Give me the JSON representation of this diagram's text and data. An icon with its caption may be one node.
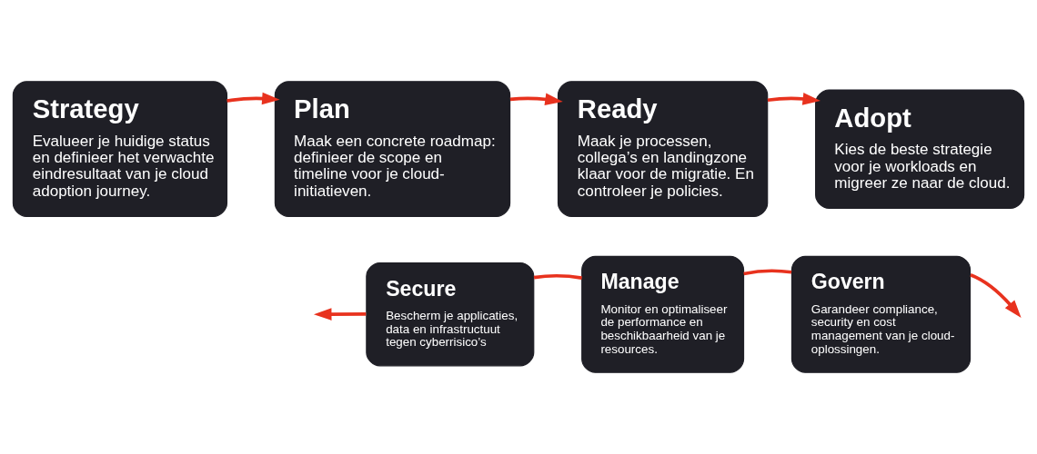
{
  "diagram": {
    "nodes": [
      {
        "text": [
          "Strategy",
          "Evalueer je huidige status en definieer het verwachte eindresultaat van je cloud adoption journey."
        ]
      },
      {
        "text": [
          "Plan",
          "Maak een concrete roadmap: definieer de scope en timeline voor je cloud-initiatieven."
        ]
      },
      {
        "text": [
          "Ready",
          "Maak je processen, collega’s en landingzone klaar voor de migratie. En controleer je policies."
        ]
      },
      {
        "text": [
          "Adopt",
          "Kies de beste strategie voor je workloads en migreer ze naar de cloud."
        ]
      },
      {
        "text": [
          "Secure",
          "Bescherm je applicaties, data en infrastructuut tegen cyberrisico’s"
        ]
      },
      {
        "text": [
          "Manage",
          "Monitor en optimaliseer de performance en beschikbaarheid van je resources."
        ]
      },
      {
        "text": [
          "Govern",
          "Garandeer compliance, security en cost management van je cloud-oplossingen."
        ]
      }
    ],
    "edges": [
      {
        "from": 0,
        "to": 1,
        "arrow": "to"
      },
      {
        "from": 1,
        "to": 2,
        "arrow": "to"
      },
      {
        "from": 2,
        "to": 3,
        "arrow": "to"
      },
      {
        "from": 4,
        "to": null,
        "arrow": "to"
      },
      {
        "from": 4,
        "to": 5,
        "arrow": "none"
      },
      {
        "from": 5,
        "to": 6,
        "arrow": "none"
      },
      {
        "from": 6,
        "to": null,
        "arrow": "to"
      }
    ]
  }
}
